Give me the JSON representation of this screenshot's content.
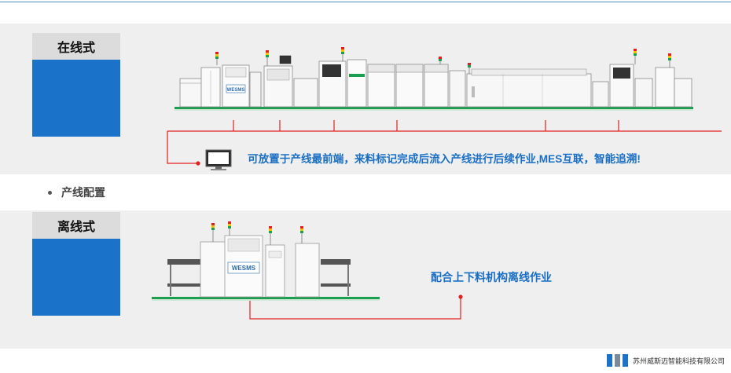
{
  "inline": {
    "label": "在线式",
    "callout": "可放置于产线最前端，来料标记完成后流入产线进行后续作业,MES互联，智能追溯!"
  },
  "section": {
    "heading": "产线配置"
  },
  "offline": {
    "label": "离线式",
    "callout": "配合上下料机构离线作业"
  },
  "brand": {
    "machine_logo": "WESMS"
  },
  "footer": {
    "company": "苏州威斯迈智能科技有限公司",
    "bar_colors": [
      "#1a73c9",
      "#7a8a9a",
      "#1a73c9"
    ]
  },
  "colors": {
    "accent": "#1a73c9",
    "connector": "#e02020",
    "conveyor": "#1b9e50"
  }
}
